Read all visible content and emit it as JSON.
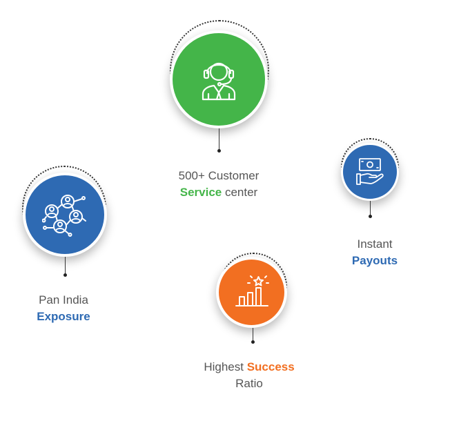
{
  "colors": {
    "green": "#44b549",
    "blue": "#2e6ab3",
    "orange": "#f26f21",
    "text": "#555555"
  },
  "features": {
    "service": {
      "icon": "customer-support-agent-icon",
      "line1": "500+ Customer",
      "highlight": "Service",
      "rest": " center"
    },
    "payouts": {
      "icon": "money-on-hand-icon",
      "line1": "Instant",
      "highlight": "Payouts"
    },
    "exposure": {
      "icon": "network-people-icon",
      "line1": "Pan India",
      "highlight": "Exposure"
    },
    "success": {
      "icon": "growth-bar-chart-star-icon",
      "line1": "Highest ",
      "highlight": "Success",
      "line2": "Ratio"
    }
  }
}
